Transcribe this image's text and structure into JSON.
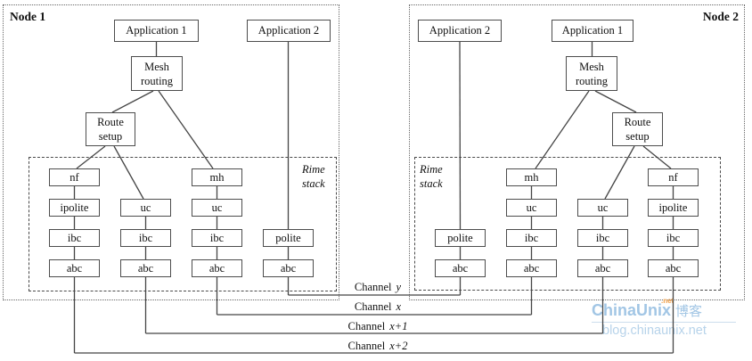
{
  "node1": {
    "label": "Node 1",
    "application1": "Application 1",
    "application2": "Application 2",
    "mesh_routing": [
      "Mesh",
      "routing"
    ],
    "route_setup": [
      "Route",
      "setup"
    ],
    "rime_stack_label": [
      "Rime",
      "stack"
    ],
    "columns": [
      [
        "nf",
        "ipolite",
        "ibc",
        "abc"
      ],
      [
        "uc",
        "ibc",
        "abc"
      ],
      [
        "mh",
        "uc",
        "ibc",
        "abc"
      ],
      [
        "polite",
        "abc"
      ]
    ]
  },
  "node2": {
    "label": "Node 2",
    "application1": "Application 1",
    "application2": "Application 2",
    "mesh_routing": [
      "Mesh",
      "routing"
    ],
    "route_setup": [
      "Route",
      "setup"
    ],
    "rime_stack_label": [
      "Rime",
      "stack"
    ],
    "columns": [
      [
        "polite",
        "abc"
      ],
      [
        "mh",
        "uc",
        "ibc",
        "abc"
      ],
      [
        "uc",
        "ibc",
        "abc"
      ],
      [
        "nf",
        "ipolite",
        "ibc",
        "abc"
      ]
    ]
  },
  "channels": [
    {
      "name": "Channel",
      "variable": "y"
    },
    {
      "name": "Channel",
      "variable": "x"
    },
    {
      "name": "Channel",
      "variable": "x+1"
    },
    {
      "name": "Channel",
      "variable": "x+2"
    }
  ],
  "watermark": {
    "brand": "ChinaUnix",
    "brand_tag": ".net",
    "suffix": "博客",
    "url": "blog.chinaunix.net",
    "brand_color": "#a2c6e5",
    "url_color": "#b7d3ea",
    "tag_color": "#f0a04a"
  }
}
